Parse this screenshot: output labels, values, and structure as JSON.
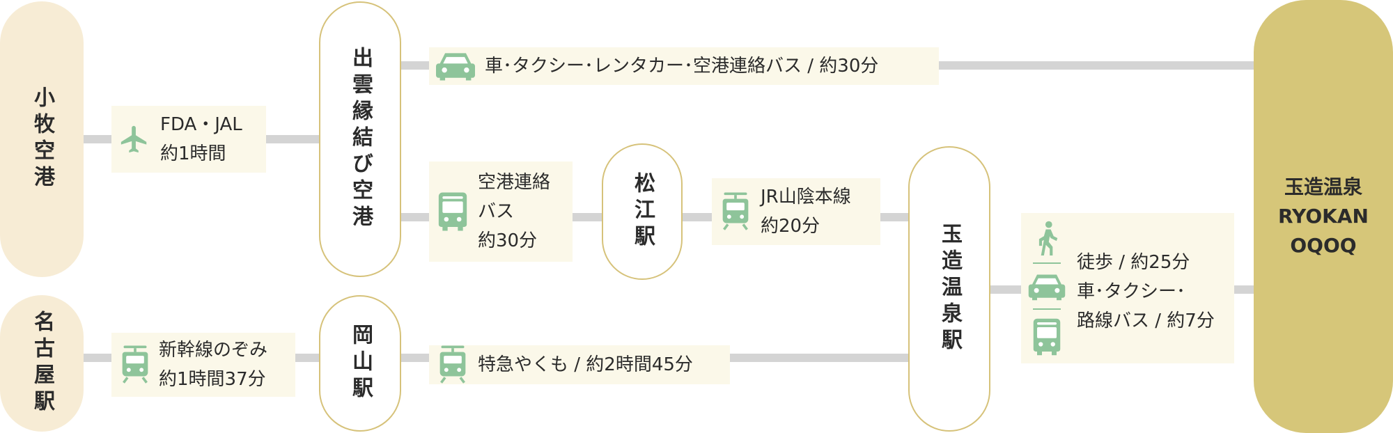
{
  "origins": {
    "komaki": "小牧空港",
    "nagoya": "名古屋駅"
  },
  "stations": {
    "izumo_airport": "出雲縁結び空港",
    "okayama": "岡山駅",
    "matsue": "松江駅",
    "tamatsukuri": "玉造温泉駅"
  },
  "destination": {
    "lines": [
      "玉造温泉",
      "RYOKAN",
      "OQOQ"
    ]
  },
  "routes": {
    "flight": {
      "line1": "FDA・JAL",
      "line2": "約1時間",
      "icon": "airplane-icon"
    },
    "shinkansen": {
      "line1": "新幹線のぞみ",
      "line2": "約1時間37分",
      "icon": "train-icon"
    },
    "car_direct": {
      "text": "車･タクシー･レンタカー･空港連絡バス / 約30分",
      "icon": "car-icon"
    },
    "airport_bus": {
      "line1": "空港連絡",
      "line2": "バス",
      "line3": "約30分",
      "icon": "bus-icon"
    },
    "jr_sanin": {
      "line1": "JR山陰本線",
      "line2": "約20分",
      "icon": "train-icon"
    },
    "express_yakumo": {
      "text": "特急やくも / 約2時間45分",
      "icon": "train-icon"
    },
    "last_mile": {
      "line1": "徒歩 / 約25分",
      "line2": "車･タクシー･",
      "line3": "路線バス / 約7分",
      "icons": [
        "walking-icon",
        "car-icon",
        "bus-icon"
      ]
    }
  },
  "colors": {
    "icon_green": "#8ec49a",
    "origin_bg": "#f7ecd5",
    "node_border": "#d6c27a",
    "destination_bg": "#d6c679",
    "label_bg": "#fbf8e9",
    "connector": "#d4d4d4"
  }
}
